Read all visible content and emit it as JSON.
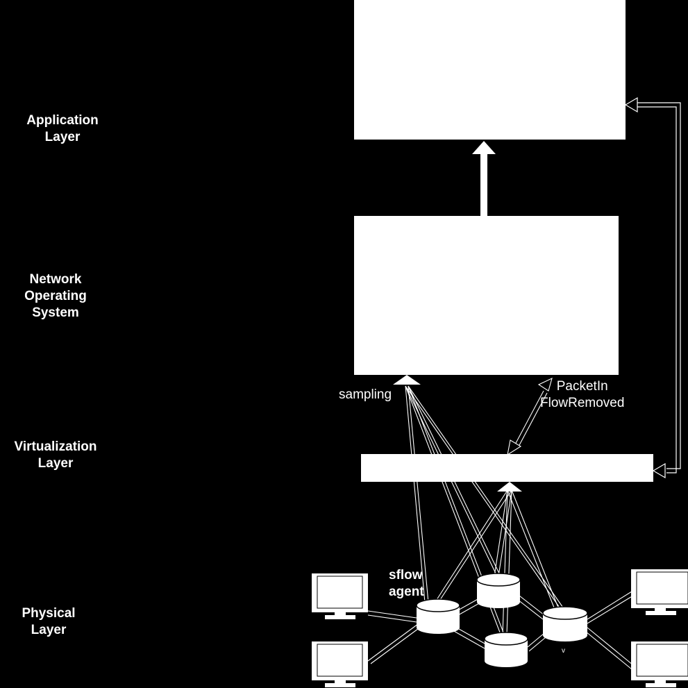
{
  "layers": {
    "application": [
      "Application",
      "Layer"
    ],
    "network_os": [
      "Network",
      "Operating",
      "System"
    ],
    "virtualization": [
      "Virtualization",
      "Layer"
    ],
    "physical": [
      "Physical",
      "Layer"
    ]
  },
  "edges": {
    "sampling": "sampling",
    "packet_in": "PacketIn",
    "flow_removed": "FlowRemoved"
  },
  "physical": {
    "agent_label": [
      "sflow",
      "agent"
    ],
    "small_mark": "v"
  },
  "colors": {
    "background": "#000000",
    "foreground": "#ffffff"
  }
}
